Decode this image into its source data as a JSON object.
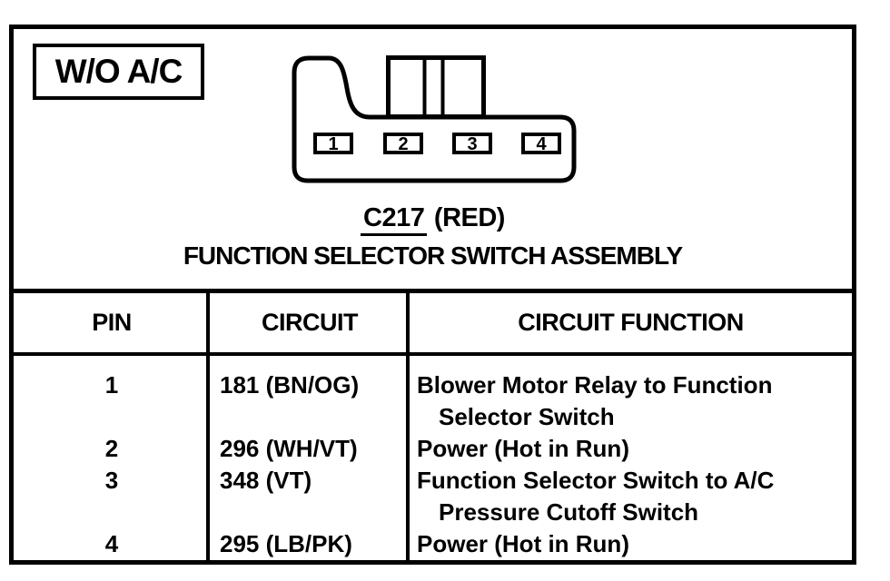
{
  "figure": {
    "variant_label": "W/O A/C",
    "connector": {
      "code": "C217",
      "color_note": "(RED)",
      "name": "FUNCTION SELECTOR SWITCH ASSEMBLY",
      "pins": [
        "1",
        "2",
        "3",
        "4"
      ]
    },
    "table": {
      "headers": {
        "pin": "PIN",
        "circuit": "CIRCUIT",
        "function": "CIRCUIT FUNCTION"
      },
      "rows": [
        {
          "pin": "1",
          "circuit": "181 (BN/OG)",
          "function_lines": [
            "Blower Motor Relay to Function",
            "Selector Switch"
          ]
        },
        {
          "pin": "2",
          "circuit": "296 (WH/VT)",
          "function_lines": [
            "Power (Hot in Run)"
          ]
        },
        {
          "pin": "3",
          "circuit": "348 (VT)",
          "function_lines": [
            "Function Selector Switch to A/C",
            "Pressure Cutoff Switch"
          ]
        },
        {
          "pin": "4",
          "circuit": "295 (LB/PK)",
          "function_lines": [
            "Power (Hot in Run)"
          ]
        }
      ]
    },
    "colors": {
      "ink": "#000000",
      "paper": "#ffffff"
    }
  }
}
